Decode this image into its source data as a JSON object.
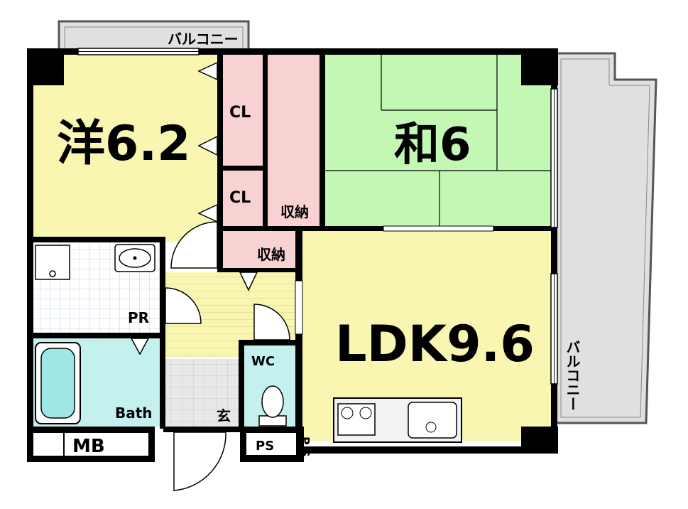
{
  "labels": {
    "western_room": "洋6.2",
    "japanese_room": "和6",
    "ldk": "LDK9.6",
    "closet_1": "CL",
    "closet_2": "CL",
    "storage_1": "収納",
    "storage_2": "収納",
    "powder_room": "PR",
    "bath": "Bath",
    "toilet": "WC",
    "entrance": "玄",
    "meter_box": "MB",
    "pipe_space_1": "PS",
    "pipe_space_2": "P S",
    "balcony_top": "バルコニー",
    "balcony_right": "バルコニー"
  },
  "colors": {
    "western_room": "#f8f6b0",
    "japanese_room": "#c2f7b4",
    "ldk": "#f8f6b0",
    "storage": "#f8d2d2",
    "wet_area": "#c4f0ee",
    "hall": "#f8f6b0",
    "entrance_floor": "#e8e8e8",
    "balcony": "#e0e0e0",
    "wall": "#000000"
  }
}
